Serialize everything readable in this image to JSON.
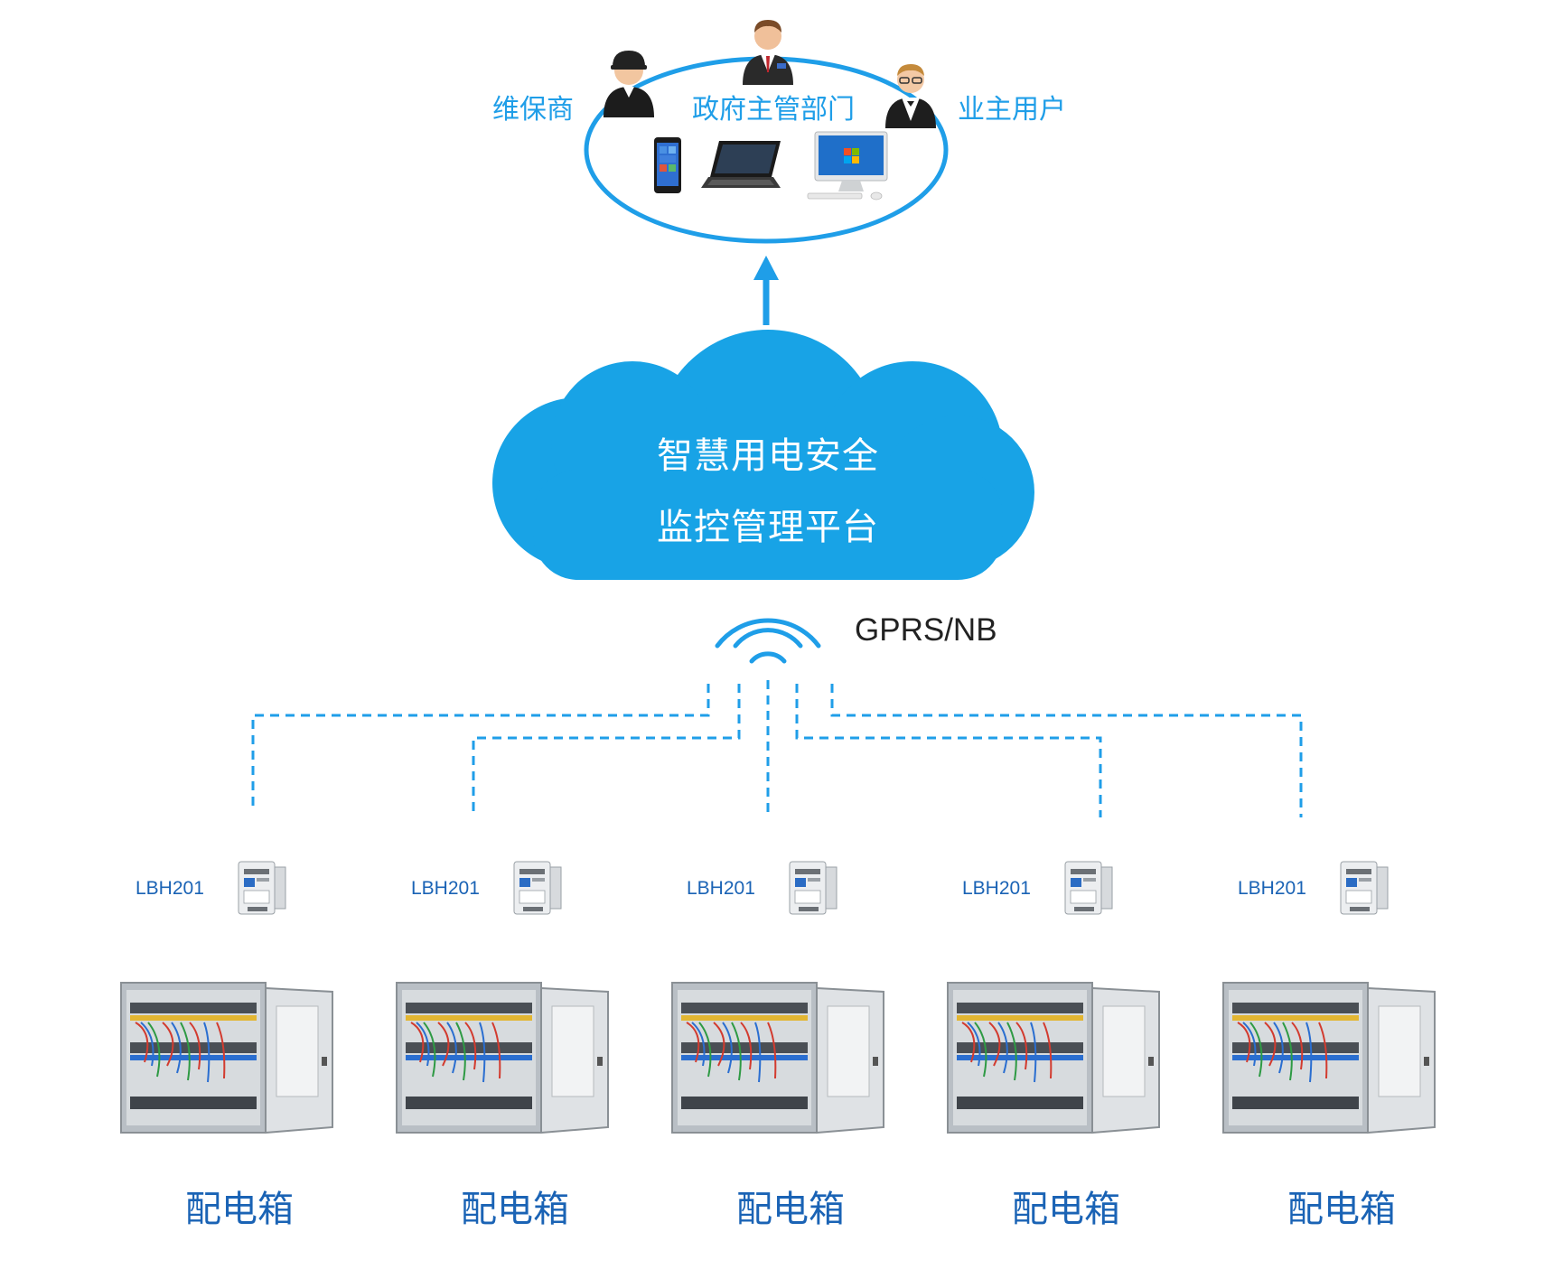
{
  "users": {
    "roles": [
      "维保商",
      "政府主管部门",
      "业主用户"
    ]
  },
  "platform": {
    "line1": "智慧用电安全",
    "line2": "监控管理平台"
  },
  "network": {
    "label": "GPRS/NB"
  },
  "nodes": [
    {
      "device": "LBH201",
      "box": "配电箱"
    },
    {
      "device": "LBH201",
      "box": "配电箱"
    },
    {
      "device": "LBH201",
      "box": "配电箱"
    },
    {
      "device": "LBH201",
      "box": "配电箱"
    },
    {
      "device": "LBH201",
      "box": "配电箱"
    }
  ],
  "colors": {
    "accent": "#1f9ee8",
    "cloud": "#18a3e6",
    "dashed": "#1f9ee8",
    "device_label": "#1a63b5"
  }
}
